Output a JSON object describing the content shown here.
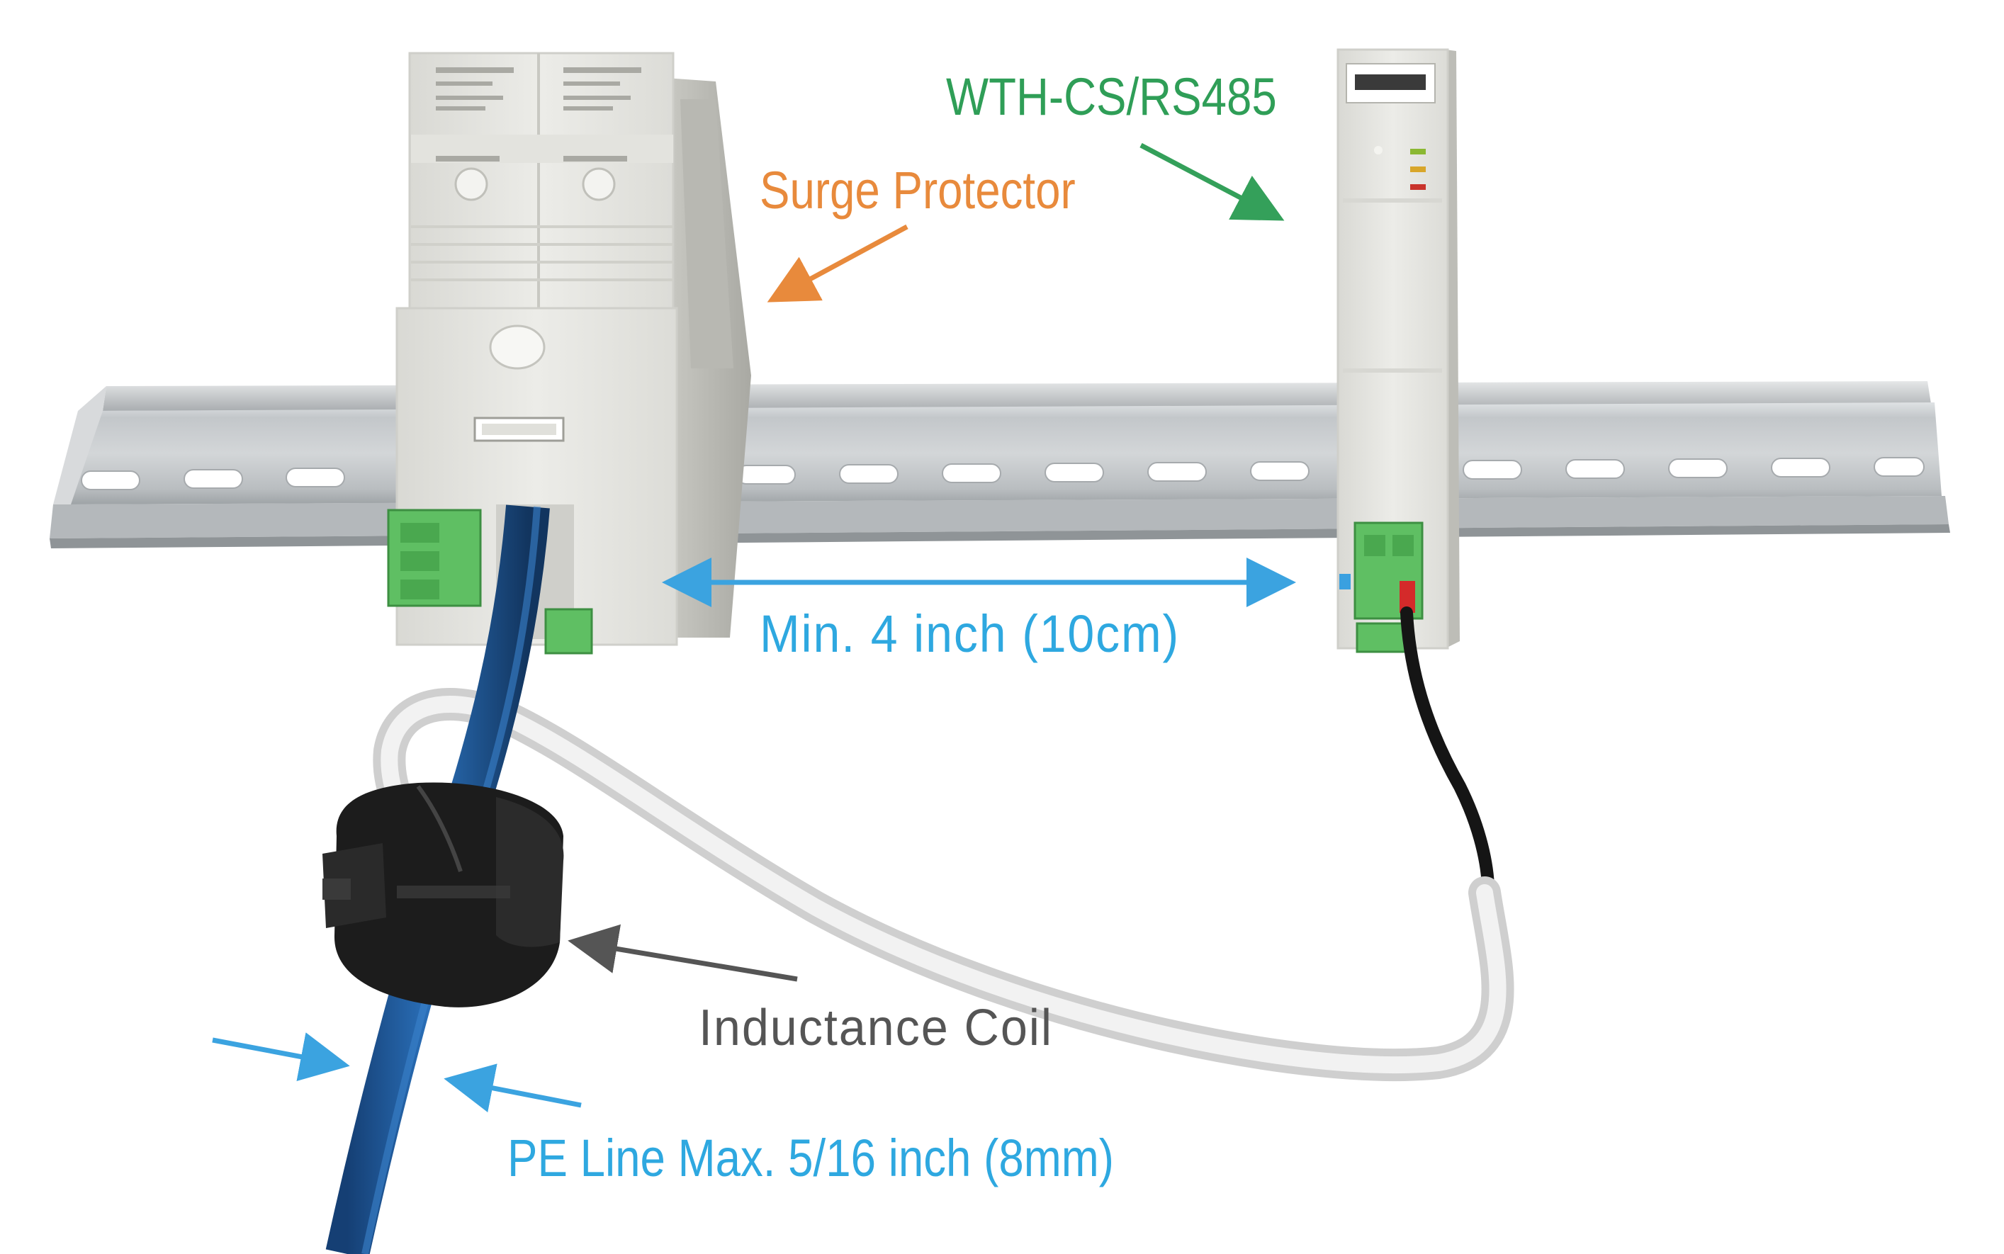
{
  "labels": {
    "wth_cs": "WTH-CS/RS485",
    "surge_protector": "Surge Protector",
    "min_distance": "Min. 4 inch (10cm)",
    "inductance_coil": "Inductance Coil",
    "pe_line": "PE Line Max. 5/16 inch (8mm)"
  },
  "colors": {
    "green_label": "#2f9e57",
    "orange_label": "#e88a3c",
    "blue_label": "#2ea8e0",
    "gray_label": "#555555",
    "arrow_green": "#34a05a",
    "arrow_orange": "#e88a3c",
    "arrow_blue": "#3ba3e0",
    "arrow_gray": "#555555",
    "din_rail": "#c9cccf",
    "device_body": "#e8e8e4",
    "terminal_green": "#5fbf63",
    "pe_cable": "#1f5fa8",
    "white_cable": "#e6e6e6",
    "ferrite_core": "#1a1a1a"
  }
}
